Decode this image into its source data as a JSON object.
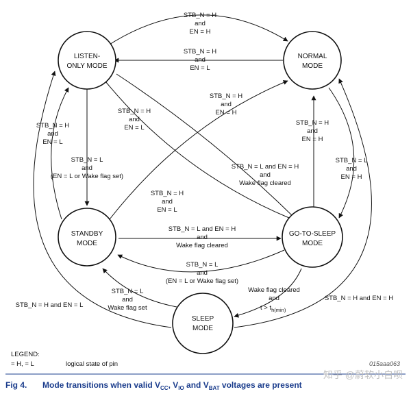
{
  "nodes": {
    "listen": [
      "LISTEN-",
      "ONLY MODE"
    ],
    "normal": [
      "NORMAL",
      "MODE"
    ],
    "standby": [
      "STANDBY",
      "MODE"
    ],
    "gts": [
      "GO-TO-SLEEP",
      "MODE"
    ],
    "sleep": [
      "SLEEP",
      "MODE"
    ]
  },
  "labels": {
    "l1": [
      "STB_N = H",
      "and",
      "EN = H"
    ],
    "l2": [
      "STB_N = H",
      "and",
      "EN = L"
    ],
    "l3": [
      "STB_N = H",
      "and",
      "EN = H"
    ],
    "l4": [
      "STB_N = H",
      "and",
      "EN = L"
    ],
    "l5": [
      "STB_N = H",
      "and",
      "EN = L"
    ],
    "l6": [
      "STB_N = L",
      "and",
      "(EN = L or Wake flag set)"
    ],
    "l7": [
      "STB_N = L and EN = H",
      "and",
      "Wake flag cleared"
    ],
    "l8": [
      "STB_N = H",
      "and",
      "EN = H"
    ],
    "l9": [
      "STB_N = L",
      "and",
      "EN = H"
    ],
    "l10": [
      "STB_N = H",
      "and",
      "EN = L"
    ],
    "l11": [
      "STB_N = L and EN = H",
      "and",
      "Wake flag cleared"
    ],
    "l12": [
      "STB_N = L",
      "and",
      "(EN = L or Wake flag set)"
    ],
    "l13": [
      "STB_N = L",
      "and",
      "Wake flag set"
    ],
    "l14": [
      "Wake flag cleared",
      "and"
    ],
    "l15": "STB_N = H and EN = L",
    "l16": "STB_N = H and EN = H"
  },
  "l14_t": "t > t",
  "l14_sub": "h(min)",
  "legend_title": "LEGEND:",
  "legend_key": "= H, = L",
  "legend_desc": "logical state of pin",
  "ref_code": "015aaa063",
  "caption": {
    "fig": "Fig 4.",
    "t1": "Mode transitions when valid V",
    "s1": "CC",
    "t2": ", V",
    "s2": "IO",
    "t3": " and V",
    "s3": "BAT",
    "t4": " voltages are present"
  },
  "watermark": "知乎 @蔚软小自呗"
}
